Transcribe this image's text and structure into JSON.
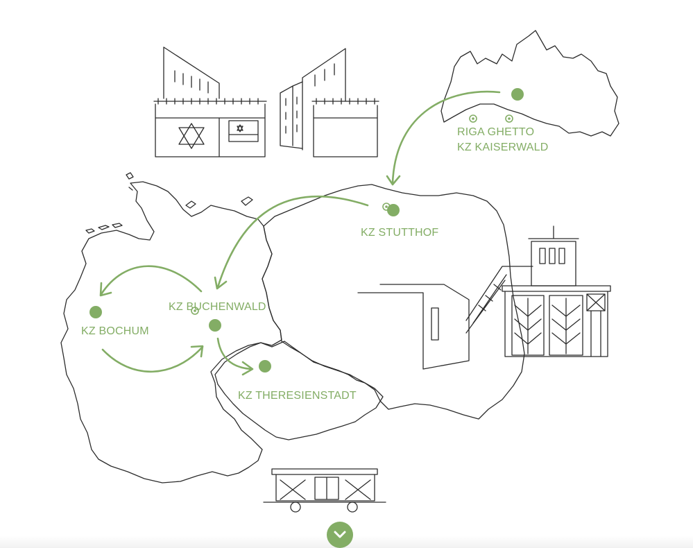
{
  "colors": {
    "accent": "#83ad65",
    "line": "#2b2b2b"
  },
  "locations": [
    {
      "id": "riga",
      "lines": [
        "RIGA GHETTO",
        "KZ KAISERWALD"
      ]
    },
    {
      "id": "stutthof",
      "lines": [
        "KZ STUTTHOF"
      ]
    },
    {
      "id": "buchenwald",
      "lines": [
        "KZ BUCHENWALD"
      ]
    },
    {
      "id": "bochum",
      "lines": [
        "KZ BOCHUM"
      ]
    },
    {
      "id": "theresienstadt",
      "lines": [
        "KZ THERESIENSTADT"
      ]
    }
  ],
  "scroll_button": {
    "icon": "chevron-down-icon"
  }
}
